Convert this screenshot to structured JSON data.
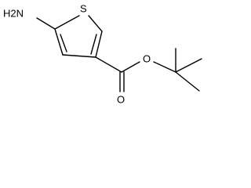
{
  "molecule": {
    "atoms": {
      "sulfur": "S",
      "amine": "H2N",
      "ester_oxygen": "O",
      "carbonyl_oxygen": "O"
    }
  }
}
